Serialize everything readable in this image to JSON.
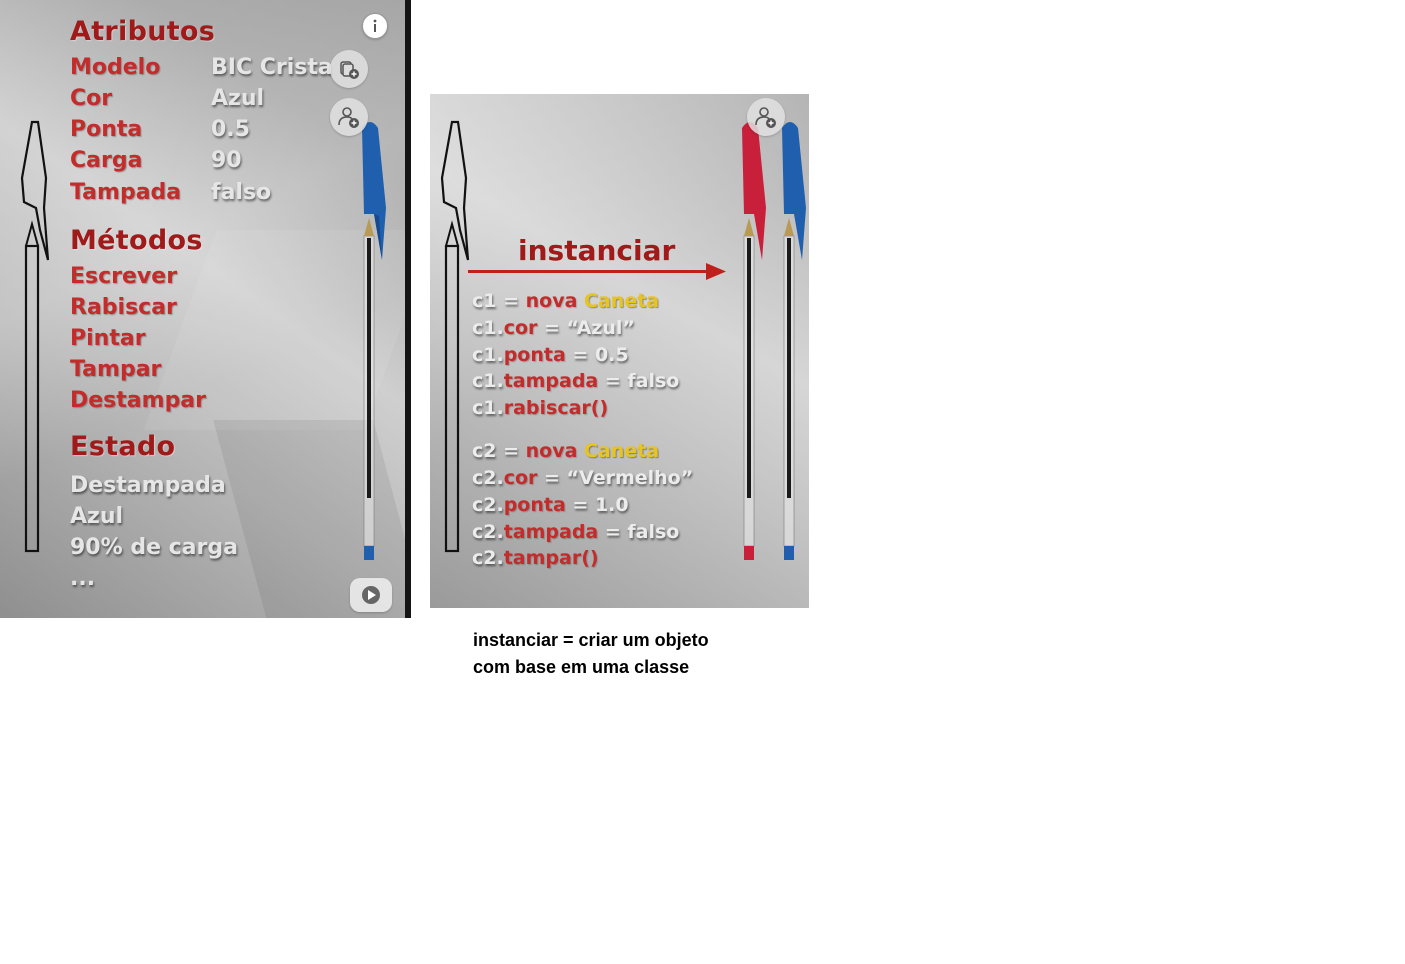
{
  "class_panel": {
    "attributes_title": "Atributos",
    "attributes": [
      {
        "name": "Modelo",
        "value": "BIC Crista"
      },
      {
        "name": "Cor",
        "value": "Azul"
      },
      {
        "name": "Ponta",
        "value": "0.5"
      },
      {
        "name": "Carga",
        "value": "90"
      },
      {
        "name": "Tampada",
        "value": "falso"
      }
    ],
    "methods_title": "Métodos",
    "methods": [
      "Escrever",
      "Rabiscar",
      "Pintar",
      "Tampar",
      "Destampar"
    ],
    "state_title": "Estado",
    "state": [
      "Destampada",
      "Azul",
      "90% de carga",
      "..."
    ]
  },
  "instance_panel": {
    "arrow_label": "instanciar",
    "object1": {
      "l1": {
        "a": "c1 = ",
        "b": "nova ",
        "c": "Caneta"
      },
      "l2": {
        "a": "c1.",
        "b": "cor",
        "c": " = “Azul”"
      },
      "l3": {
        "a": "c1.",
        "b": "ponta",
        "c": " = 0.5"
      },
      "l4": {
        "a": "c1.",
        "b": "tampada",
        "c": " = falso"
      },
      "l5": {
        "a": "c1.",
        "b": "rabiscar()"
      }
    },
    "object2": {
      "l1": {
        "a": "c2 = ",
        "b": "nova ",
        "c": "Caneta"
      },
      "l2": {
        "a": "c2.",
        "b": "cor",
        "c": " = “Vermelho”"
      },
      "l3": {
        "a": "c2.",
        "b": "ponta",
        "c": " = 1.0"
      },
      "l4": {
        "a": "c2.",
        "b": "tampada",
        "c": " = falso"
      },
      "l5": {
        "a": "c2.",
        "b": "tampar()"
      }
    }
  },
  "caption": {
    "line1": "instanciar = criar um objeto",
    "line2": "com base em uma classe"
  },
  "icons": {
    "info": "info-icon",
    "watch_later": "clock-icon",
    "add_person": "person-add-icon",
    "play": "play-icon"
  },
  "colors": {
    "title_red": "#a01a1a",
    "label_red": "#c42c2c",
    "keyword_yellow": "#e8c41e",
    "pen_blue": "#1f5fae",
    "pen_red": "#c8203a"
  }
}
